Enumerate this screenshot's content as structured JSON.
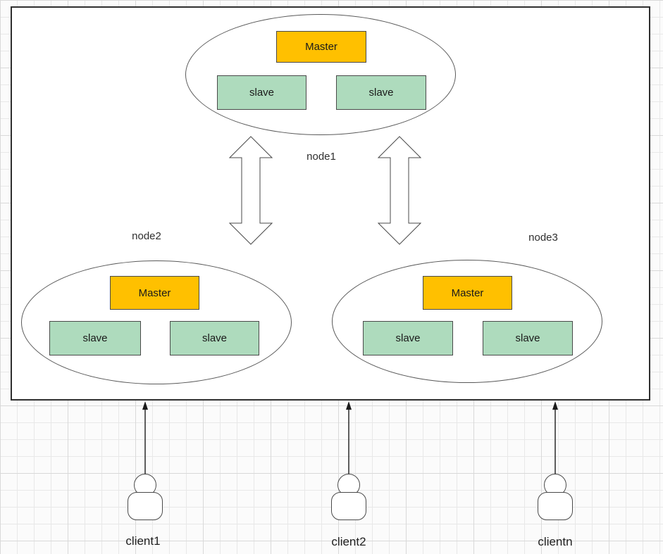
{
  "diagram": {
    "title": "redis-cluster-master-slave-topology",
    "nodes": [
      {
        "label": "node1",
        "master": "Master",
        "slaves": [
          "slave",
          "slave"
        ]
      },
      {
        "label": "node2",
        "master": "Master",
        "slaves": [
          "slave",
          "slave"
        ]
      },
      {
        "label": "node3",
        "master": "Master",
        "slaves": [
          "slave",
          "slave"
        ]
      }
    ],
    "clients": [
      {
        "label": "client1"
      },
      {
        "label": "client2"
      },
      {
        "label": "clientn"
      }
    ],
    "connections": [
      {
        "from": "node1",
        "to": "node2",
        "type": "bidirectional-block-arrow"
      },
      {
        "from": "node1",
        "to": "node3",
        "type": "bidirectional-block-arrow"
      },
      {
        "from": "client1",
        "to": "cluster-boundary",
        "type": "arrow-up"
      },
      {
        "from": "client2",
        "to": "cluster-boundary",
        "type": "arrow-up"
      },
      {
        "from": "clientn",
        "to": "cluster-boundary",
        "type": "arrow-up"
      }
    ],
    "colors": {
      "master_fill": "#FFC000",
      "slave_fill": "#AEDBBD",
      "shape_border": "#4a4a4a",
      "container_border": "#2f2f2f",
      "grid_line": "#e8e8e8",
      "arrow_stroke": "#1a1a1a"
    }
  }
}
